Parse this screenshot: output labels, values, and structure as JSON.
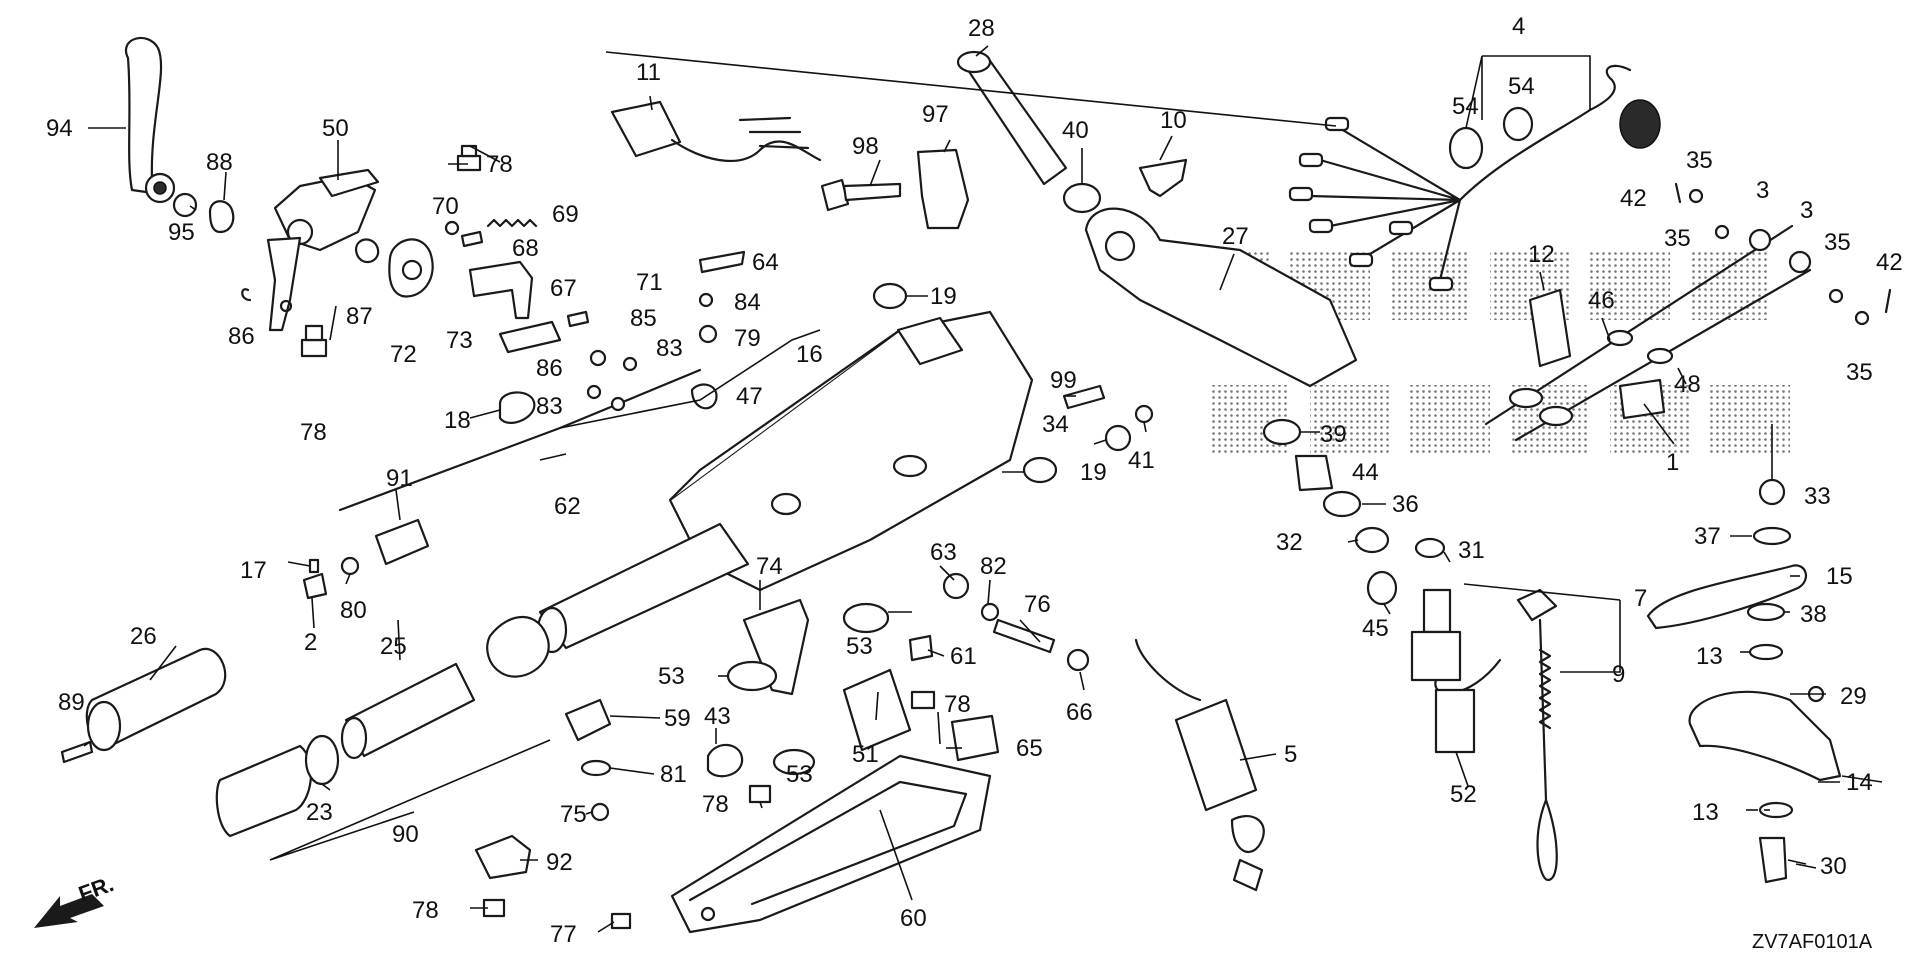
{
  "diagram": {
    "code": "ZV7AF0101A",
    "front_marker": "FR.",
    "callouts": [
      {
        "id": "c94",
        "text": "94"
      },
      {
        "id": "c95",
        "text": "95"
      },
      {
        "id": "c88",
        "text": "88"
      },
      {
        "id": "c50",
        "text": "50"
      },
      {
        "id": "c78a",
        "text": "78"
      },
      {
        "id": "c70",
        "text": "70"
      },
      {
        "id": "c69",
        "text": "69"
      },
      {
        "id": "c68",
        "text": "68"
      },
      {
        "id": "c87",
        "text": "87"
      },
      {
        "id": "c86a",
        "text": "86"
      },
      {
        "id": "c67",
        "text": "67"
      },
      {
        "id": "c72",
        "text": "72"
      },
      {
        "id": "c73",
        "text": "73"
      },
      {
        "id": "c78b",
        "text": "78"
      },
      {
        "id": "c11",
        "text": "11"
      },
      {
        "id": "c98",
        "text": "98"
      },
      {
        "id": "c97",
        "text": "97"
      },
      {
        "id": "c28",
        "text": "28"
      },
      {
        "id": "c40",
        "text": "40"
      },
      {
        "id": "c10",
        "text": "10"
      },
      {
        "id": "c4",
        "text": "4"
      },
      {
        "id": "c54a",
        "text": "54"
      },
      {
        "id": "c54b",
        "text": "54"
      },
      {
        "id": "c35a",
        "text": "35"
      },
      {
        "id": "c42a",
        "text": "42"
      },
      {
        "id": "c3a",
        "text": "3"
      },
      {
        "id": "c3b",
        "text": "3"
      },
      {
        "id": "c35b",
        "text": "35"
      },
      {
        "id": "c35c",
        "text": "35"
      },
      {
        "id": "c42b",
        "text": "42"
      },
      {
        "id": "c35d",
        "text": "35"
      },
      {
        "id": "c27",
        "text": "27"
      },
      {
        "id": "c12",
        "text": "12"
      },
      {
        "id": "c46",
        "text": "46"
      },
      {
        "id": "c48",
        "text": "48"
      },
      {
        "id": "c1",
        "text": "1"
      },
      {
        "id": "c64",
        "text": "64"
      },
      {
        "id": "c84",
        "text": "84"
      },
      {
        "id": "c79",
        "text": "79"
      },
      {
        "id": "c71",
        "text": "71"
      },
      {
        "id": "c85",
        "text": "85"
      },
      {
        "id": "c83a",
        "text": "83"
      },
      {
        "id": "c86b",
        "text": "86"
      },
      {
        "id": "c83b",
        "text": "83"
      },
      {
        "id": "c47",
        "text": "47"
      },
      {
        "id": "c16",
        "text": "16"
      },
      {
        "id": "c19a",
        "text": "19"
      },
      {
        "id": "c99",
        "text": "99"
      },
      {
        "id": "c34",
        "text": "34"
      },
      {
        "id": "c41",
        "text": "41"
      },
      {
        "id": "c39",
        "text": "39"
      },
      {
        "id": "c19b",
        "text": "19"
      },
      {
        "id": "c44",
        "text": "44"
      },
      {
        "id": "c18",
        "text": "18"
      },
      {
        "id": "c62",
        "text": "62"
      },
      {
        "id": "c91",
        "text": "91"
      },
      {
        "id": "c33",
        "text": "33"
      },
      {
        "id": "c37",
        "text": "37"
      },
      {
        "id": "c15",
        "text": "15"
      },
      {
        "id": "c36",
        "text": "36"
      },
      {
        "id": "c32",
        "text": "32"
      },
      {
        "id": "c31",
        "text": "31"
      },
      {
        "id": "c45",
        "text": "45"
      },
      {
        "id": "c7",
        "text": "7"
      },
      {
        "id": "c38",
        "text": "38"
      },
      {
        "id": "c13a",
        "text": "13"
      },
      {
        "id": "c9",
        "text": "9"
      },
      {
        "id": "c17",
        "text": "17"
      },
      {
        "id": "c80",
        "text": "80"
      },
      {
        "id": "c2",
        "text": "2"
      },
      {
        "id": "c74",
        "text": "74"
      },
      {
        "id": "c63",
        "text": "63"
      },
      {
        "id": "c82",
        "text": "82"
      },
      {
        "id": "c76",
        "text": "76"
      },
      {
        "id": "c53a",
        "text": "53"
      },
      {
        "id": "c61",
        "text": "61"
      },
      {
        "id": "c53b",
        "text": "53"
      },
      {
        "id": "c66",
        "text": "66"
      },
      {
        "id": "c5",
        "text": "5"
      },
      {
        "id": "c26",
        "text": "26"
      },
      {
        "id": "c25",
        "text": "25"
      },
      {
        "id": "c89",
        "text": "89"
      },
      {
        "id": "c59",
        "text": "59"
      },
      {
        "id": "c43",
        "text": "43"
      },
      {
        "id": "c51",
        "text": "51"
      },
      {
        "id": "c78c",
        "text": "78"
      },
      {
        "id": "c65",
        "text": "65"
      },
      {
        "id": "c52",
        "text": "52"
      },
      {
        "id": "c29",
        "text": "29"
      },
      {
        "id": "c14",
        "text": "14"
      },
      {
        "id": "c23",
        "text": "23"
      },
      {
        "id": "c81",
        "text": "81"
      },
      {
        "id": "c53c",
        "text": "53"
      },
      {
        "id": "c78d",
        "text": "78"
      },
      {
        "id": "c13b",
        "text": "13"
      },
      {
        "id": "c75",
        "text": "75"
      },
      {
        "id": "c90",
        "text": "90"
      },
      {
        "id": "c92",
        "text": "92"
      },
      {
        "id": "c30",
        "text": "30"
      },
      {
        "id": "c78e",
        "text": "78"
      },
      {
        "id": "c60",
        "text": "60"
      },
      {
        "id": "c77",
        "text": "77"
      }
    ]
  }
}
